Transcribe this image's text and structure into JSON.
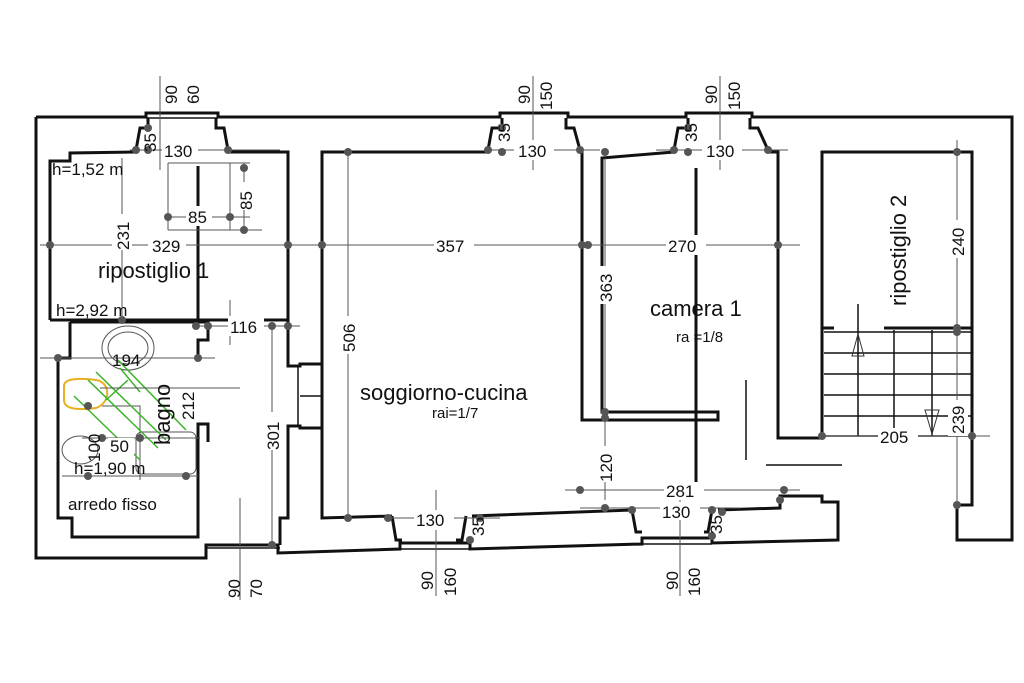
{
  "plan": {
    "rooms": {
      "ripostiglio1": {
        "name": "ripostiglio 1",
        "h_top": "h=1,52 m",
        "h_bottom": "h=2,92 m"
      },
      "bagno": {
        "name": "bagno",
        "h": "h=1,90 m",
        "arredo": "arredo fisso"
      },
      "soggiorno": {
        "name": "soggiorno-cucina",
        "rai": "rai=1/7"
      },
      "camera1": {
        "name": "camera 1",
        "rai": "ra =1/8"
      },
      "ripostiglio2": {
        "name": "ripostiglio 2"
      }
    },
    "dimensions": {
      "rip1_window_w": "130",
      "rip1_window_depth": "35",
      "rip1_window_top_a": "90",
      "rip1_window_top_b": "60",
      "rip1_inner_85h": "85",
      "rip1_inner_85v": "85",
      "rip1_height": "231",
      "rip1_width": "329",
      "sogg_window_top_w": "130",
      "sogg_window_top_depth": "35",
      "sogg_window_top_a": "90",
      "sogg_window_top_b": "150",
      "sogg_width": "357",
      "sogg_height": "506",
      "cam_window_w": "130",
      "cam_window_depth": "35",
      "cam_window_top_a": "90",
      "cam_window_top_b": "150",
      "cam_width": "270",
      "cam_height": "363",
      "rip2_height": "240",
      "stair_width": "205",
      "stair_height": "239",
      "bagno_116": "116",
      "bagno_194": "194",
      "bagno_212": "212",
      "bagno_100": "100",
      "bagno_50": "50",
      "corridor_301": "301",
      "corridor_door_a": "90",
      "corridor_door_b": "70",
      "sogg_bottom_window_w": "130",
      "sogg_bottom_window_depth": "35",
      "sogg_bottom_a": "90",
      "sogg_bottom_b": "160",
      "cam_bottom_120": "120",
      "cam_bottom_281": "281",
      "cam_bottom_window_w": "130",
      "cam_bottom_window_depth": "35",
      "cam_bottom_a": "90",
      "cam_bottom_b": "160"
    }
  }
}
